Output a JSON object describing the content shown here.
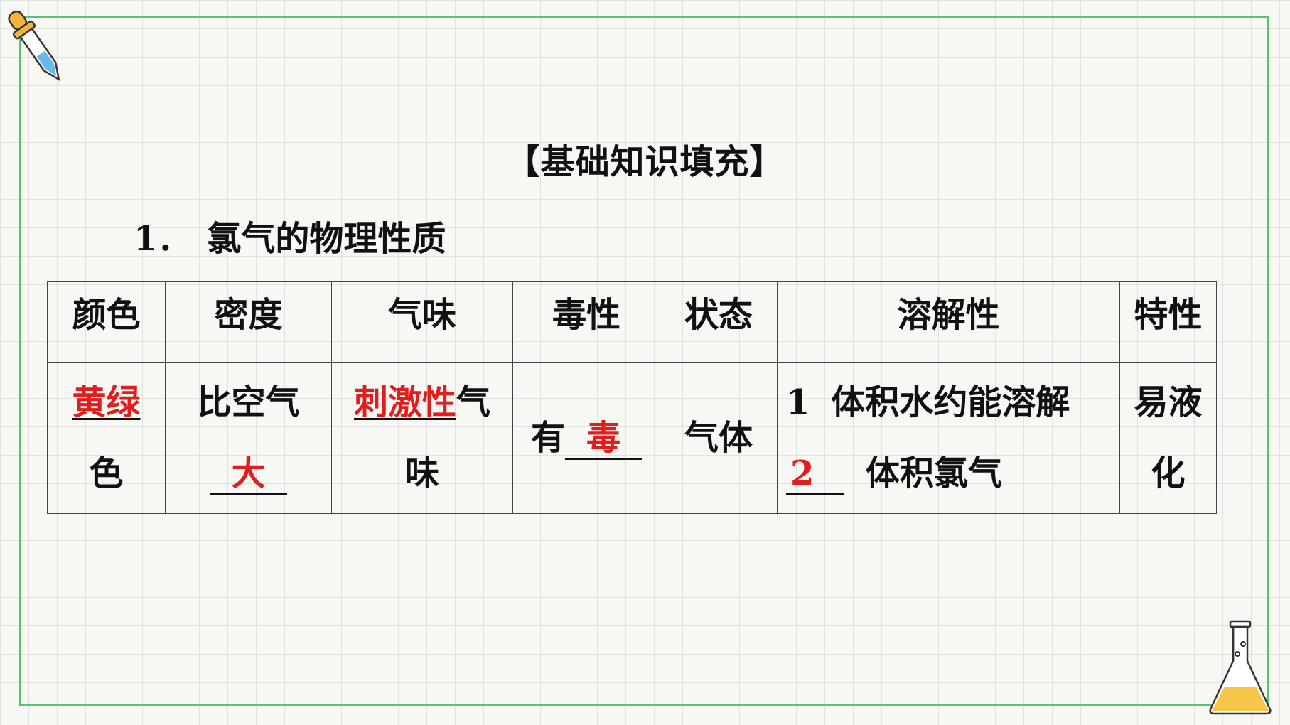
{
  "section_title": "【基础知识填充】",
  "subheading": {
    "number": "1．",
    "text": "氯气的物理性质"
  },
  "table": {
    "headers": [
      "颜色",
      "密度",
      "气味",
      "毒性",
      "状态",
      "溶解性",
      "特性"
    ],
    "color": {
      "answer": "黄绿",
      "suffix": "色"
    },
    "density": {
      "prefix": "比空气",
      "answer": "大"
    },
    "odor": {
      "answer": "刺激性",
      "suffix_1": "气",
      "suffix_2": "味"
    },
    "toxicity": {
      "prefix": "有",
      "answer": "毒"
    },
    "state": {
      "text": "气体"
    },
    "solubility": {
      "line1_num": "1",
      "line1_text": "体积水约能溶解",
      "answer": "2",
      "line2_text": "体积氯气"
    },
    "property": {
      "line1": "易液",
      "line2": "化"
    }
  },
  "colors": {
    "answer": "#e01e1e",
    "frame": "#58c272",
    "text": "#111111"
  },
  "icons": [
    "dropper-icon",
    "flask-icon"
  ]
}
